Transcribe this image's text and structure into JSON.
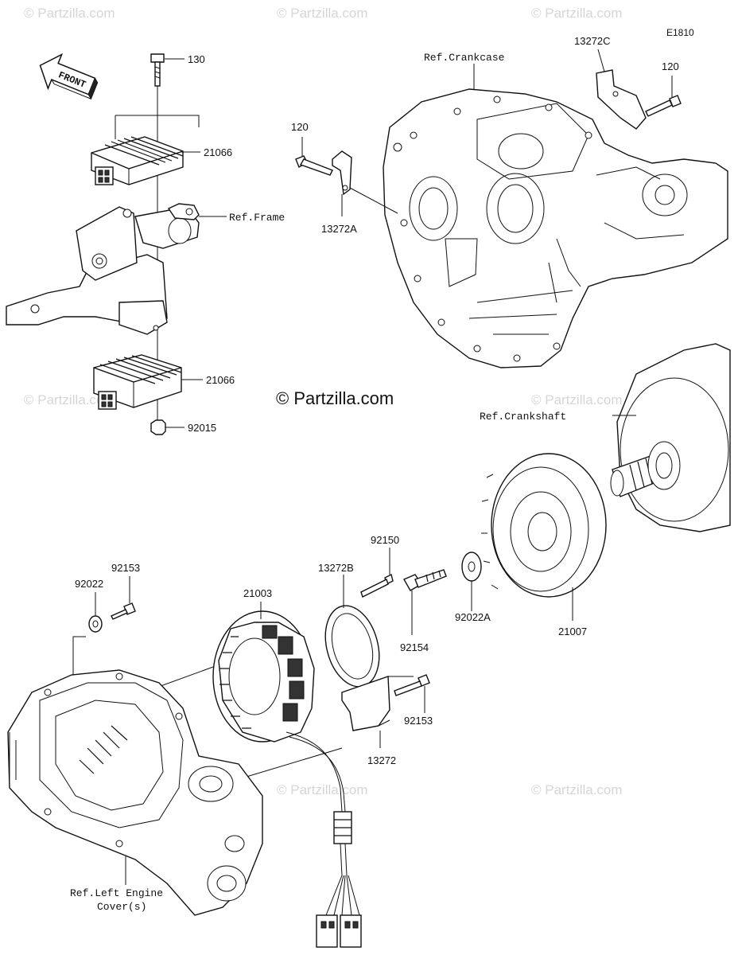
{
  "diagram_id": "E1810",
  "front_label": "FRONT",
  "watermark_text": "© Partzilla.com",
  "center_watermark": "© Partzilla.com",
  "callouts": {
    "c130": "130",
    "c21066_top": "21066",
    "ref_frame": "Ref.Frame",
    "c21066_bottom": "21066",
    "c92015": "92015",
    "c120_left": "120",
    "c13272A": "13272A",
    "ref_crankcase": "Ref.Crankcase",
    "c13272C": "13272C",
    "c120_right": "120",
    "ref_crankshaft": "Ref.Crankshaft",
    "c92150": "92150",
    "c13272B": "13272B",
    "c21003": "21003",
    "c92153_left": "92153",
    "c92022": "92022",
    "c92154": "92154",
    "c92022A": "92022A",
    "c21007": "21007",
    "c92153_right": "92153",
    "c13272": "13272",
    "ref_left_cover_1": "Ref.Left Engine",
    "ref_left_cover_2": "Cover(s)"
  },
  "parts": [
    {
      "id": "130",
      "name": "bolt"
    },
    {
      "id": "21066",
      "name": "regulator-rectifier"
    },
    {
      "id": "92015",
      "name": "nut"
    },
    {
      "id": "120",
      "name": "bolt"
    },
    {
      "id": "13272A",
      "name": "clamp"
    },
    {
      "id": "13272C",
      "name": "plate"
    },
    {
      "id": "92150",
      "name": "bolt"
    },
    {
      "id": "13272B",
      "name": "gasket"
    },
    {
      "id": "21003",
      "name": "stator"
    },
    {
      "id": "92153",
      "name": "bolt"
    },
    {
      "id": "92022",
      "name": "washer"
    },
    {
      "id": "92154",
      "name": "bolt"
    },
    {
      "id": "92022A",
      "name": "washer"
    },
    {
      "id": "21007",
      "name": "rotor"
    },
    {
      "id": "13272",
      "name": "plate"
    }
  ]
}
